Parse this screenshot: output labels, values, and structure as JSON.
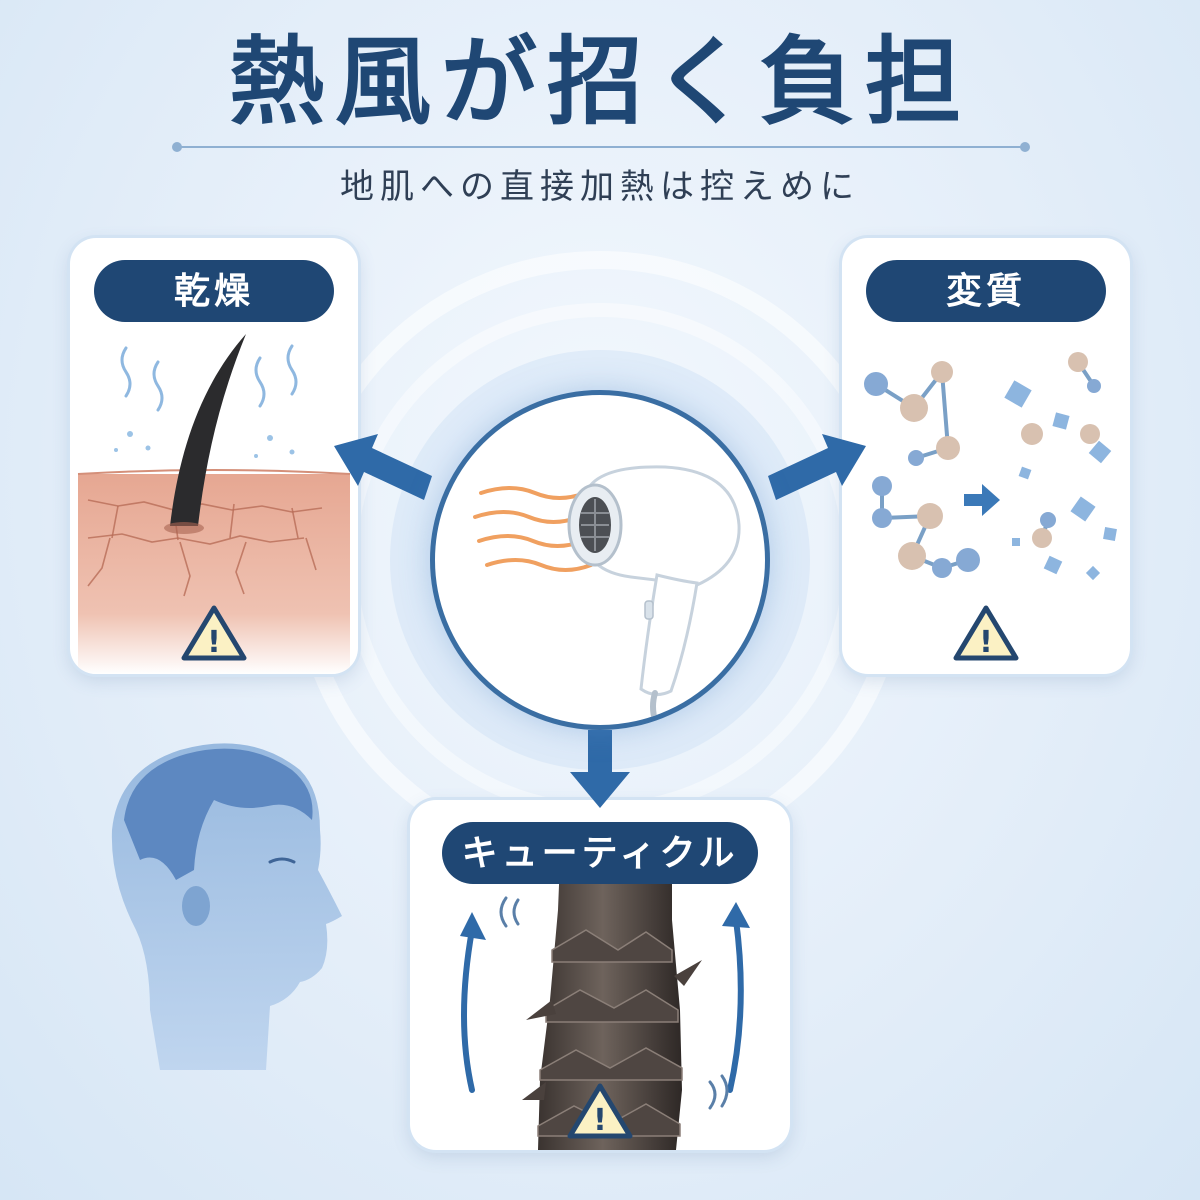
{
  "header": {
    "title": "熱風が招く負担",
    "subtitle": "地肌への直接加熱は控えめに"
  },
  "cards": {
    "dryness": {
      "label": "乾燥"
    },
    "denaturation": {
      "label": "変質"
    },
    "cuticle": {
      "label": "キューティクル"
    }
  },
  "warning_glyph": "!",
  "colors": {
    "navy": "#1f4774",
    "arrow_blue": "#2f6aa8",
    "warning_fill": "#fbf1c4",
    "warning_stroke": "#24476f"
  }
}
